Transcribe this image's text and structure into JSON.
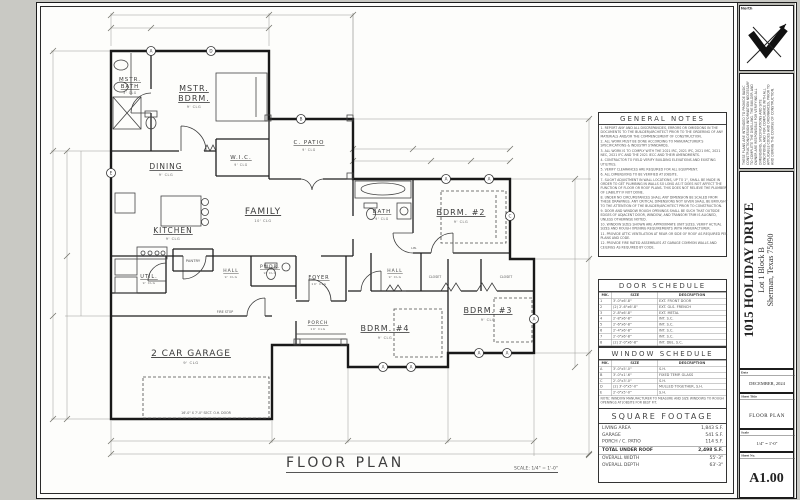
{
  "sheet": {
    "plan": {
      "title": "FLOOR PLAN",
      "scale_note": "SCALE: 1/4\" = 1'-0\"",
      "rooms": {
        "mstr_bath": {
          "l1": "MSTR.",
          "l2": "BATH",
          "clg": "9' CLG"
        },
        "mstr_bdrm": {
          "l1": "MSTR.",
          "l2": "BDRM.",
          "clg": "9' CLG"
        },
        "wic": {
          "l1": "W.I.C.",
          "clg": "9' CLG"
        },
        "c_patio": {
          "l1": "C. PATIO",
          "clg": "9' CLG"
        },
        "dining": {
          "l1": "DINING",
          "clg": "9' CLG"
        },
        "kitchen": {
          "l1": "KITCHEN",
          "clg": "9' CLG"
        },
        "family": {
          "l1": "FAMILY",
          "clg": "10' CLG"
        },
        "util": {
          "l1": "UTIL.",
          "clg": "9' CLG"
        },
        "pantry": {
          "l1": "PANTRY"
        },
        "hall1": {
          "l1": "HALL",
          "clg": "9' CLG"
        },
        "pwdr": {
          "l1": "PWDR.",
          "clg": "9' CLG"
        },
        "foyer": {
          "l1": "FOYER",
          "clg": "10' CLG"
        },
        "porch": {
          "l1": "PORCH",
          "clg": "10' CLG"
        },
        "garage": {
          "l1": "2 CAR GARAGE",
          "clg": "9' CLG"
        },
        "bath2": {
          "l1": "BATH",
          "clg": "9' CLG"
        },
        "bdrm2": {
          "l1": "BDRM. #2",
          "clg": "9' CLG"
        },
        "hall2": {
          "l1": "HALL",
          "clg": "9' CLG"
        },
        "bdrm4": {
          "l1": "BDRM. #4",
          "clg": "9' CLG"
        },
        "bdrm3": {
          "l1": "BDRM. #3",
          "clg": "9' CLG"
        },
        "closet1": {
          "l1": "CLOSET"
        },
        "closet2": {
          "l1": "CLOSET"
        },
        "lin": {
          "l1": "LIN."
        }
      },
      "notes": {
        "fire_stop": "FIRE STOP",
        "oh_door": "16'-0\" X 7'-0\" SECT. O.H. DOOR"
      },
      "markers": [
        "A",
        "D",
        "B",
        "A",
        "A",
        "C",
        "A",
        "A",
        "A",
        "A",
        "A",
        "E"
      ]
    },
    "general_notes": {
      "title": "GENERAL NOTES",
      "items": [
        "1. REPORT ANY AND ALL DISCREPANCIES, ERRORS OR OMISSIONS IN THE DOCUMENTS TO THE BUILDER/ARCHITECT PRIOR TO THE ORDERING OF ANY MATERIALS AND/OR THE COMMENCEMENT OF CONSTRUCTION.",
        "2. ALL WORK MUST BE DONE ACCORDING TO MANUFACTURER'S SPECIFICATIONS & INDUSTRY STANDARDS.",
        "3. ALL WORK IS TO COMPLY WITH THE 2021 IRC, 2021 IPC, 2021 IMC, 2021 NEC, 2021 IFC AND THE 2021 IECC AND THEIR AMENDMENTS.",
        "4. CONTRACTOR TO FIELD VERIFY BUILDING ELEVATIONS AND EXISTING UTILITIES.",
        "5. VERIFY CLEARANCES ARE REQUIRED FOR ALL EQUIPMENT.",
        "6. ALL DIMENSIONS TO BE VERIFIED AT JOBSITE.",
        "7. SLIGHT ADJUSTMENT IN WALL LOCATIONS, UP TO 1\", SHALL BE MADE IN ORDER TO GET PLUMBING IN WALLS SO LONG AS IT DOES NOT AFFECT THE FUNCTION OF FLOOR OR ROOF PLANS. THIS DOES NOT RELIEVE THE PLUMBER OF LIABILITY IF NOT DONE.",
        "8. UNDER NO CIRCUMSTANCES SHALL ANY DIMENSION BE SCALED FROM THESE DRAWINGS. ANY CRITICAL DIMENSIONS NOT GIVEN SHALL BE BROUGHT TO THE ATTENTION OF THE BUILDER/ARCHITECT PRIOR TO CONSTRUCTION.",
        "9. DOOR AND WINDOW ROUGH OPENINGS SHALL BE SUCH THAT OUTSIDE EDGES OF ADJACENT DOOR, WINDOW, AND TRANSOM TRIM IS ALIGNED, UNLESS OTHERWISE NOTED.",
        "10. WINDOW SIZES SHOWN ARE APPROXIMATE UNIT SIZES. VERIFY ACTUAL SIZES AND ROUGH OPENING REQUIREMENTS WITH MANUFACTURER.",
        "11. PROVIDE ATTIC VENTILATION AT REAR OR SIDE OF ROOF AS REQUIRED PER PLANS AND CODE.",
        "12. PROVIDE FIRE RATED ASSEMBLIES AT GARAGE COMMON WALLS AND CEILINGS AS REQUIRED BY CODE."
      ]
    },
    "door_schedule": {
      "title": "DOOR  SCHEDULE",
      "headers": [
        "MK.",
        "SIZE",
        "DESCRIPTION"
      ],
      "rows": [
        [
          "1",
          "3'-0\"x6'-8\"",
          "EXT. FRONT DOOR"
        ],
        [
          "2",
          "(2) 2'-6\"x6'-8\"",
          "EXT. GLS. FRENCH"
        ],
        [
          "3",
          "2'-8\"x6'-8\"",
          "EXT. METAL"
        ],
        [
          "4",
          "2'-8\"x6'-8\"",
          "INT. S.C."
        ],
        [
          "5",
          "2'-6\"x6'-8\"",
          "INT. S.C."
        ],
        [
          "6",
          "2'-4\"x6'-8\"",
          "INT. S.C."
        ],
        [
          "7",
          "2'-0\"x6'-8\"",
          "INT. S.C."
        ],
        [
          "8",
          "(2) 2'-0\"x6'-8\"",
          "INT. DBL. S.C."
        ]
      ]
    },
    "window_schedule": {
      "title": "WINDOW  SCHEDULE",
      "headers": [
        "MK.",
        "SIZE",
        "DESCRIPTION"
      ],
      "rows": [
        [
          "A",
          "3'-0\"x5'-0\"",
          "S.H."
        ],
        [
          "B",
          "3'-0\"x1'-6\"",
          "FIXED TEMP. GLASS"
        ],
        [
          "C",
          "2'-0\"x3'-0\"",
          "S.H."
        ],
        [
          "D",
          "(2) 3'-0\"x5'-0\"",
          "MULLED TOGETHER, S.H."
        ],
        [
          "E",
          "2'-0\"x5'-0\"",
          "S.H."
        ]
      ],
      "note": "NOTE: WINDOW MANUFACTURER TO MEASURE AND SIZE WINDOWS TO ROUGH OPENINGS AT JOBSITE FOR BEST FIT."
    },
    "square_footage": {
      "title": "SQUARE FOOTAGE",
      "rows": [
        {
          "label": "LIVING AREA",
          "value": "1,843 S.F."
        },
        {
          "label": "GARAGE",
          "value": "541 S.F."
        },
        {
          "label": "PORCH / C. PATIO",
          "value": "114 S.F."
        }
      ],
      "total": {
        "label": "TOTAL UNDER ROOF",
        "value": "2,498 S.F."
      },
      "extra": [
        {
          "label": "OVERALL WIDTH",
          "value": "55'-3\""
        },
        {
          "label": "OVERALL DEPTH",
          "value": "63'-3\""
        }
      ]
    },
    "title_block": {
      "north_label": "North",
      "disclaimer": "THESE PLANS ARE INTENDED TO PROVIDE BASIC CONSTRUCTION/DESIGN INFORMATION NECESSARY TO COMPLETE THE DWELLING. THE BUILDER AND OWNER ARE RESPONSIBLE FOR VERIFYING ALL DIMENSIONS, SPECIFICATIONS AND SITE CONDITIONS, AND FOR COMPLIANCE WITH ALL APPLICABLE CODES AND ORDINANCES, PRIOR TO AND DURING THE COURSE OF CONSTRUCTION.",
      "project_line1": "1015 HOLIDAY DRIVE",
      "project_line2": "Lot 1   Block B",
      "project_line3": "Sherman, Texas 75090",
      "date_label": "Date",
      "date": "DECEMBER, 2024",
      "sheet_title_label": "Sheet Title",
      "sheet_title": "FLOOR PLAN",
      "scale_label": "Scale",
      "scale": "1/4\" = 1'-0\"",
      "sheet_no_label": "Sheet No.",
      "sheet_no": "A1.00"
    }
  }
}
